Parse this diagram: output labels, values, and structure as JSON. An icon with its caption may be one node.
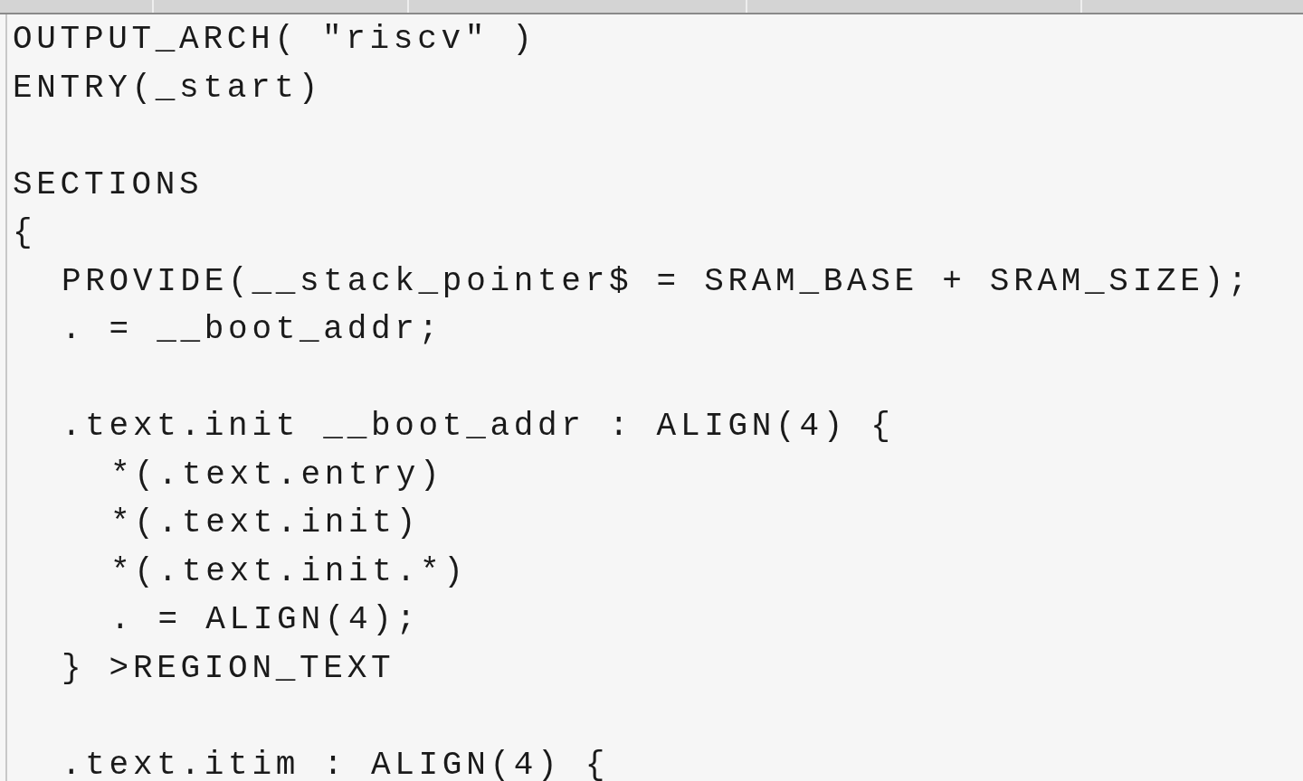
{
  "diagram": {
    "labels": [
      "OUTPUT_ARCH( \"riscv\" )",
      "ENTRY(_start)",
      "SECTIONS",
      "{",
      "PROVIDE(__stack_pointer$ = SRAM_BASE + SRAM_SIZE);",
      ". = __boot_addr;",
      ".text.init __boot_addr : ALIGN(4) {",
      "*(.text.entry)",
      "*(.text.init)",
      "*(.text.init.*)",
      ". = ALIGN(4);",
      "} >REGION_TEXT",
      ".text.itim : ALIGN(4) {"
    ]
  }
}
